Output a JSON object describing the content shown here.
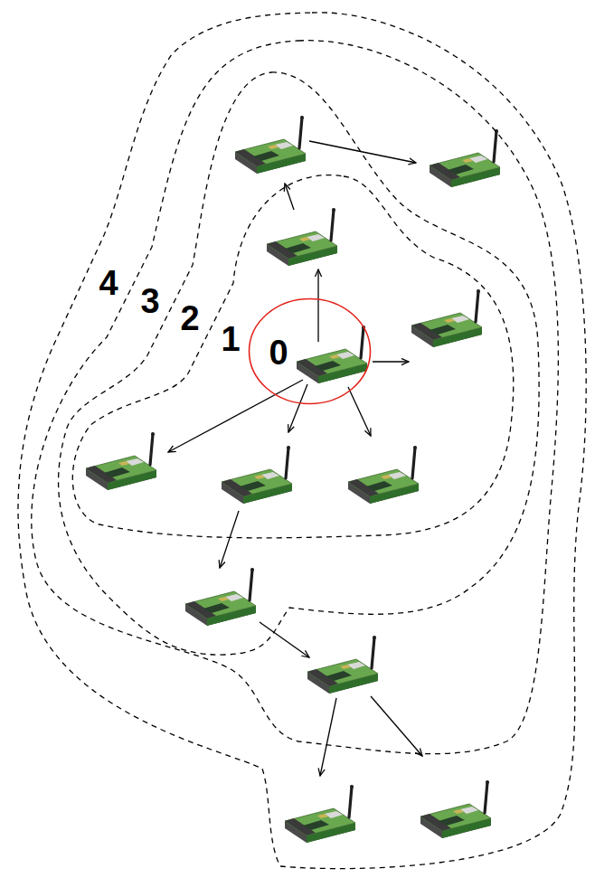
{
  "diagram": {
    "nodes": [
      {
        "text": [
          "4"
        ]
      },
      {
        "text": [
          "3"
        ],
        "in": 0
      },
      {
        "text": [
          "2"
        ],
        "in": 1
      },
      {
        "text": [
          "1"
        ],
        "in": 2
      },
      {
        "text": [
          "0"
        ],
        "in": 3
      }
    ]
  }
}
